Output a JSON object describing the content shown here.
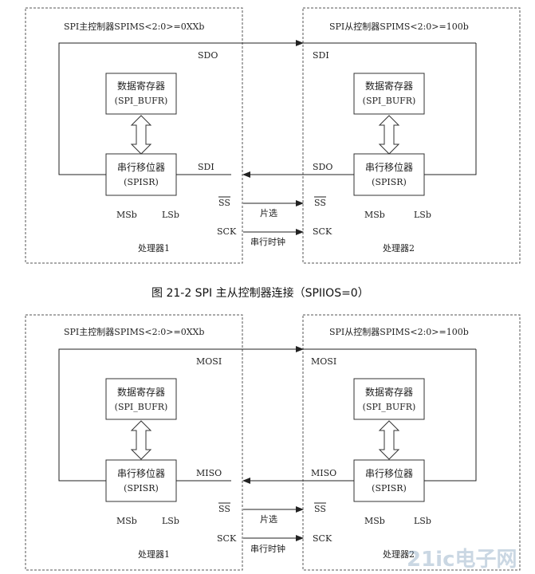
{
  "figures": [
    {
      "caption": "图 21-2 SPI 主从控制器连接（SPIIOS=0）",
      "master_title": "SPI主控制器SPIMS<2:0>=0XXb",
      "slave_title": "SPI从控制器SPIMS<2:0>=100b",
      "master_data_reg": [
        "数据寄存器",
        "(SPI_BUFR)"
      ],
      "master_shift_reg": [
        "串行移位器",
        "(SPISR)"
      ],
      "slave_data_reg": [
        "数据寄存器",
        "(SPI_BUFR)"
      ],
      "slave_shift_reg": [
        "串行移位器",
        "(SPISR)"
      ],
      "master_out_pin": "SDO",
      "master_in_pin": "SDI",
      "slave_in_pin": "SDI",
      "slave_out_pin": "SDO",
      "ss_label": "SS",
      "sck_label": "SCK",
      "chip_select": "片选",
      "serial_clock": "串行时钟",
      "msb": "MSb",
      "lsb": "LSb",
      "processor1": "处理器1",
      "processor2": "处理器2"
    },
    {
      "caption": "",
      "master_title": "SPI主控制器SPIMS<2:0>=0XXb",
      "slave_title": "SPI从控制器SPIMS<2:0>=100b",
      "master_data_reg": [
        "数据寄存器",
        "(SPI_BUFR)"
      ],
      "master_shift_reg": [
        "串行移位器",
        "(SPISR)"
      ],
      "slave_data_reg": [
        "数据寄存器",
        "(SPI_BUFR)"
      ],
      "slave_shift_reg": [
        "串行移位器",
        "(SPISR)"
      ],
      "master_out_pin": "MOSI",
      "master_in_pin": "MISO",
      "slave_in_pin": "MOSI",
      "slave_out_pin": "MISO",
      "ss_label": "SS",
      "sck_label": "SCK",
      "chip_select": "片选",
      "serial_clock": "串行时钟",
      "msb": "MSb",
      "lsb": "LSb",
      "processor1": "处理器1",
      "processor2": "处理器2"
    }
  ],
  "watermark": "21ic电子网"
}
